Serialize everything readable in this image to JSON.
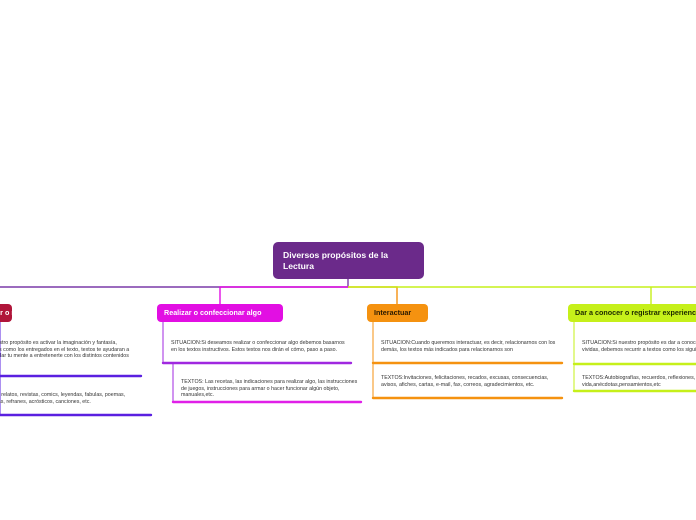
{
  "root": {
    "title": "Diversos propósitos de la Lectura"
  },
  "branches": [
    {
      "label": "Entretener o recrearnos",
      "color": "#b0153a",
      "situation": "SITUACIÓN:Si nuestro propósito es activar la imaginación y fantasía, debemos leer textos como los entregados en el texto, textos te ayudaran a desarrollar y estimular tu mente a entretenerte con los distintos contenidos que tiene.",
      "texts": "TEXTOS:Cuentos, relatos, revistas, comics, leyendas, fabulas, poemas, chistes, adivinanzas, refranes, acrósticos, canciones, etc."
    },
    {
      "label": "Realizar o confeccionar algo",
      "color": "#e20fe3",
      "situation": "SITUACIÓN:Si deseamos realizar o confeccionar algo debemos basarnos en los textos instructivos. Estos textos nos dirán el cómo, paso a paso.",
      "texts": "TEXTOS: Las recetas, las indicaciones para realizar algo, las instrucciones de juegos, instrucciones para armar o hacer funcionar algún objeto, manuales,etc."
    },
    {
      "label": "Interactuar",
      "color": "#f59210",
      "situation": "SITUACIÓN:Cuando queremos interactuar, es decir, relacionarnos con los demás, los textos más indicados para relacionarnos son",
      "texts": "TEXTOS:Invitaciones, felicitaciones, recados, excusas, consecuencias, avisos, afiches, cartas, e-mail, fax, correos, agradecimientos, etc."
    },
    {
      "label": "Dar a conocer o registrar experiencias",
      "color": "#c6f01a",
      "situation": "SITUACIÓN:Si nuestro propósito es dar a conocer o registrar experiencias vividas, debemos recurrir a textos como los siguientes",
      "texts": "TEXTOS:Autobiografías, recuerdos, reflexiones, hoja de vida,anécdotas,pensamientos,etc"
    }
  ]
}
